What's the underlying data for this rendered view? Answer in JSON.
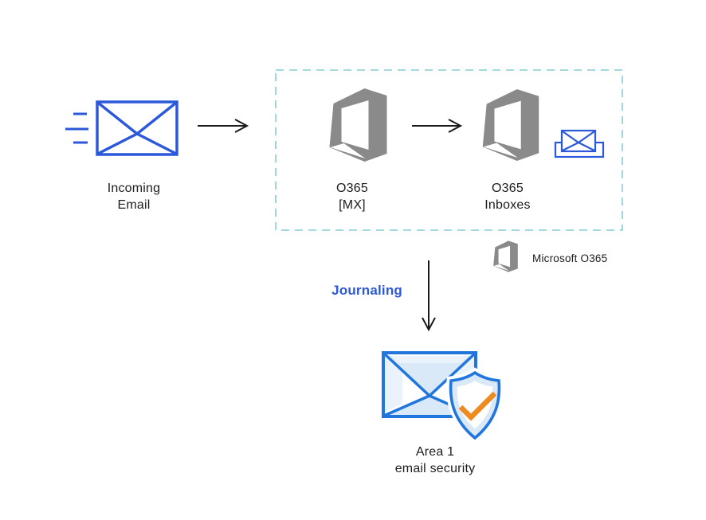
{
  "nodes": {
    "incoming_email": {
      "line1": "Incoming",
      "line2": "Email"
    },
    "o365_mx": {
      "line1": "O365",
      "line2": "[MX]"
    },
    "o365_inboxes": {
      "line1": "O365",
      "line2": "Inboxes"
    },
    "area1": {
      "line1": "Area 1",
      "line2": "email security"
    }
  },
  "labels": {
    "journaling": "Journaling",
    "legend": "Microsoft O365"
  },
  "icons": {
    "incoming_email": "incoming-email-envelope-icon",
    "o365": "office365-logo-icon",
    "inbox": "inbox-envelope-icon",
    "area1": "email-security-shield-icon"
  },
  "colors": {
    "envelope_blue": "#2B59DA",
    "security_blue": "#2176DE",
    "pale_blue": "#D9E9F7",
    "pale_blue_light": "#EAF3FB",
    "dash_teal": "#86CCD9",
    "office_gray": "#8A8A8A",
    "check_orange": "#EF8A1F",
    "arrow": "#1A1A1A",
    "journaling_text": "#2B59D8",
    "label_text": "#1C1C1C",
    "background": "#FFFFFF"
  }
}
